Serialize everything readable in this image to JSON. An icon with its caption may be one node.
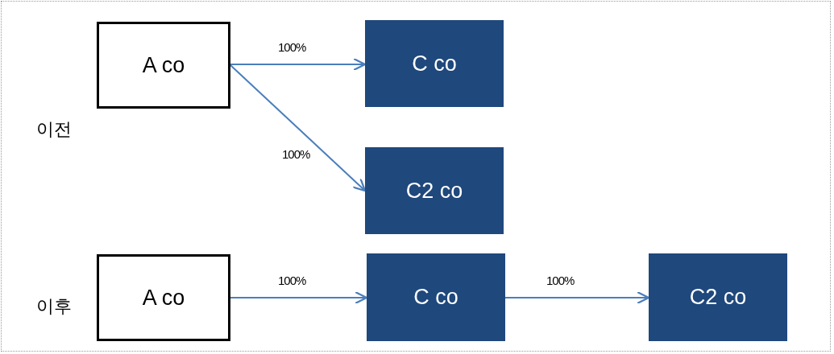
{
  "diagram": {
    "nodes": [
      {
        "text": [
          "A co"
        ]
      },
      {
        "text": [
          "C co"
        ]
      },
      {
        "text": [
          "C2 co"
        ]
      },
      {
        "text": [
          "A co"
        ]
      },
      {
        "text": [
          "C co"
        ]
      },
      {
        "text": [
          "C2 co"
        ]
      }
    ],
    "edges": [
      {
        "from": 0,
        "to": 1,
        "arrow": "to",
        "label": "100%"
      },
      {
        "from": 0,
        "to": 2,
        "arrow": "to",
        "label": "100%"
      },
      {
        "from": 3,
        "to": 4,
        "arrow": "to",
        "label": "100%"
      },
      {
        "from": 4,
        "to": 5,
        "arrow": "to",
        "label": "100%"
      }
    ],
    "labels": [
      "이전",
      "이후"
    ]
  }
}
